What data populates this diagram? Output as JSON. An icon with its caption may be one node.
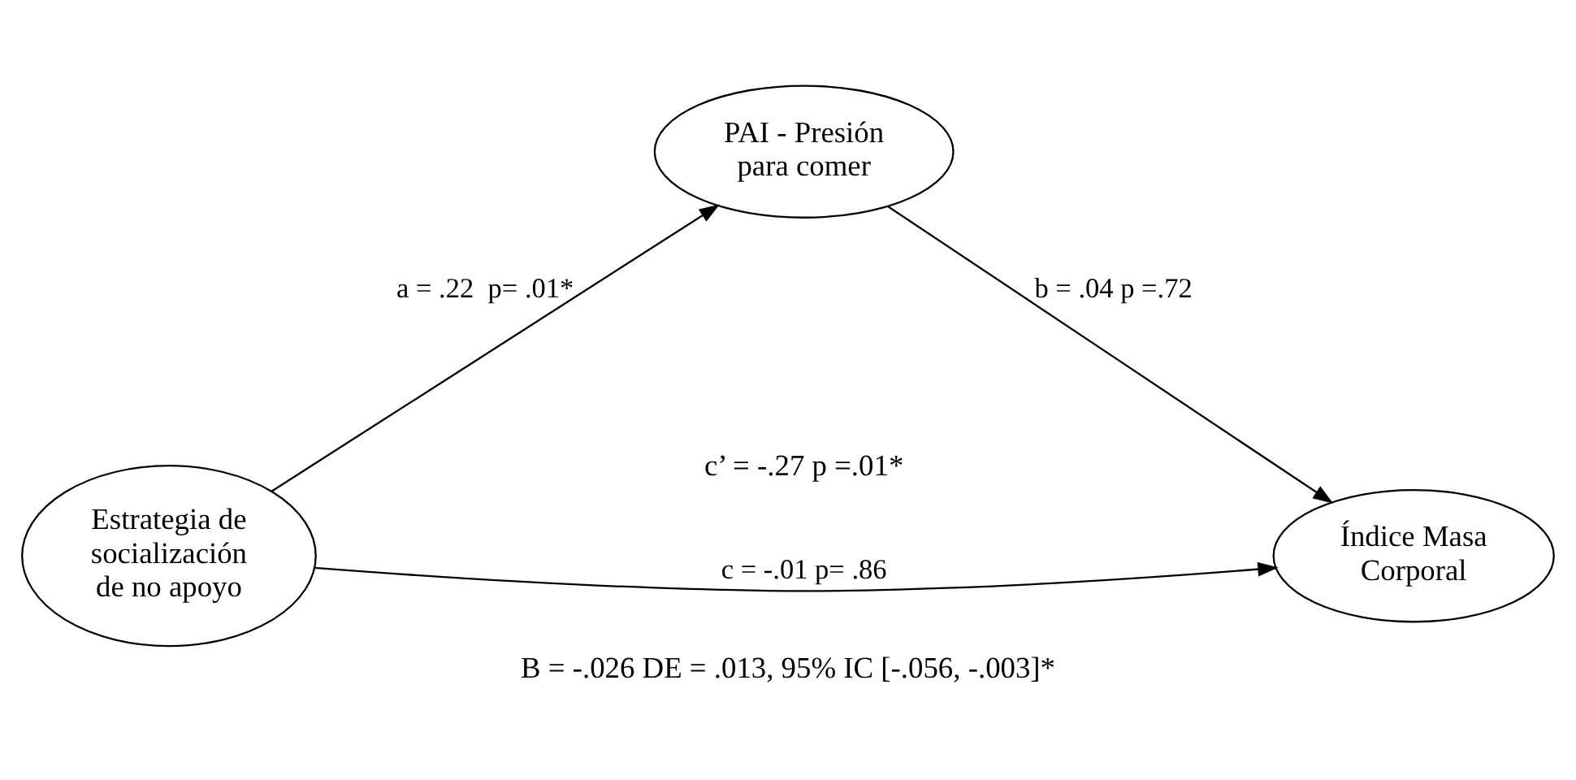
{
  "diagram": {
    "caption": "B = -.026 DE = .013, 95% IC [-.056, -.003]*",
    "nodes": [
      {
        "text": [
          "Estrategia de socialización de no apoyo"
        ]
      },
      {
        "text": [
          "PAI - Presión para comer"
        ]
      },
      {
        "text": [
          "Índice Masa Corporal"
        ]
      }
    ],
    "edges": [
      {
        "from": 0,
        "to": 1,
        "arrow": "to",
        "label": "a = .22  p= .01*"
      },
      {
        "from": 1,
        "to": 2,
        "arrow": "to",
        "label": "b = .04 p =.72"
      },
      {
        "from": 0,
        "to": 2,
        "arrow": "to",
        "label": "c = -.01 p= .86"
      }
    ],
    "labels": [
      "c’ = -.27 p =.01*"
    ]
  }
}
